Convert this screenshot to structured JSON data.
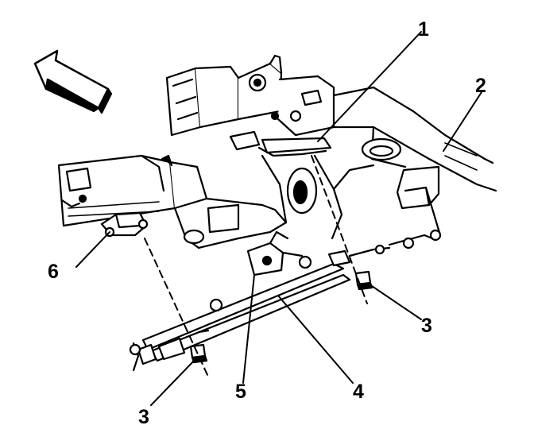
{
  "diagram": {
    "callouts": [
      {
        "id": "c1",
        "label": "1"
      },
      {
        "id": "c2",
        "label": "2"
      },
      {
        "id": "c3a",
        "label": "3"
      },
      {
        "id": "c3b",
        "label": "3"
      },
      {
        "id": "c4",
        "label": "4"
      },
      {
        "id": "c5",
        "label": "5"
      },
      {
        "id": "c6",
        "label": "6"
      }
    ],
    "colors": {
      "ink": "#000000",
      "paper": "#ffffff",
      "shade": "#dddddd"
    },
    "icons": [
      "direction-arrow-icon"
    ]
  }
}
